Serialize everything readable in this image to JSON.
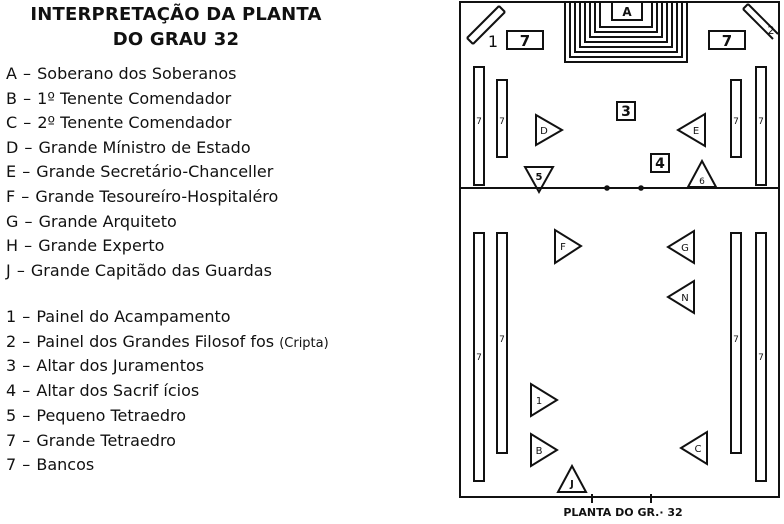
{
  "title": {
    "line1": "INTERPRETAÇÃO DA PLANTA",
    "line2": "DO GRAU 32"
  },
  "legend_letters": [
    {
      "key": "A",
      "text": "Soberano dos Soberanos"
    },
    {
      "key": "B",
      "text": "1º Tenente Comendador"
    },
    {
      "key": "C",
      "text": "2º Tenente Comendador"
    },
    {
      "key": "D",
      "text": "Grande Mínistro de Estado"
    },
    {
      "key": "E",
      "text": "Grande Secretário-Chanceller"
    },
    {
      "key": "F",
      "text": "Grande Tesoureíro-Hospitaléro"
    },
    {
      "key": "G",
      "text": "Grande Arquiteto"
    },
    {
      "key": "H",
      "text": "Grande Experto"
    },
    {
      "key": "J",
      "text": "Grande Capitãdo das Guardas"
    }
  ],
  "legend_numbers": [
    {
      "key": "1",
      "text": "Painel do Acampamento",
      "note": ""
    },
    {
      "key": "2",
      "text": "Painel dos Grandes Filosof fos",
      "note": "(Cripta)"
    },
    {
      "key": "3",
      "text": "Altar dos Juramentos",
      "note": ""
    },
    {
      "key": "4",
      "text": "Altar dos Sacrif ícios",
      "note": ""
    },
    {
      "key": "5",
      "text": "Pequeno Tetraedro",
      "note": ""
    },
    {
      "key": "7",
      "text": "Grande Tetraedro",
      "note": ""
    },
    {
      "key": "7",
      "text": "Bancos",
      "note": ""
    }
  ],
  "separator": "–",
  "plan": {
    "caption": "PLANTA DO GR.· 32",
    "throne_label": "A",
    "panel1_label": "1",
    "panel2_label": "2",
    "box7_left": "7",
    "box7_right": "7",
    "altar3_label": "3",
    "altar4_label": "4",
    "bench_label": "7",
    "tri_D": "D",
    "tri_E": "E",
    "tri_5": "5",
    "tri_6": "6",
    "tri_F": "F",
    "tri_G": "G",
    "tri_H": "N",
    "tri_1": "1",
    "tri_B": "B",
    "tri_C": "C",
    "tri_J": "J",
    "line_color": "#111111"
  }
}
